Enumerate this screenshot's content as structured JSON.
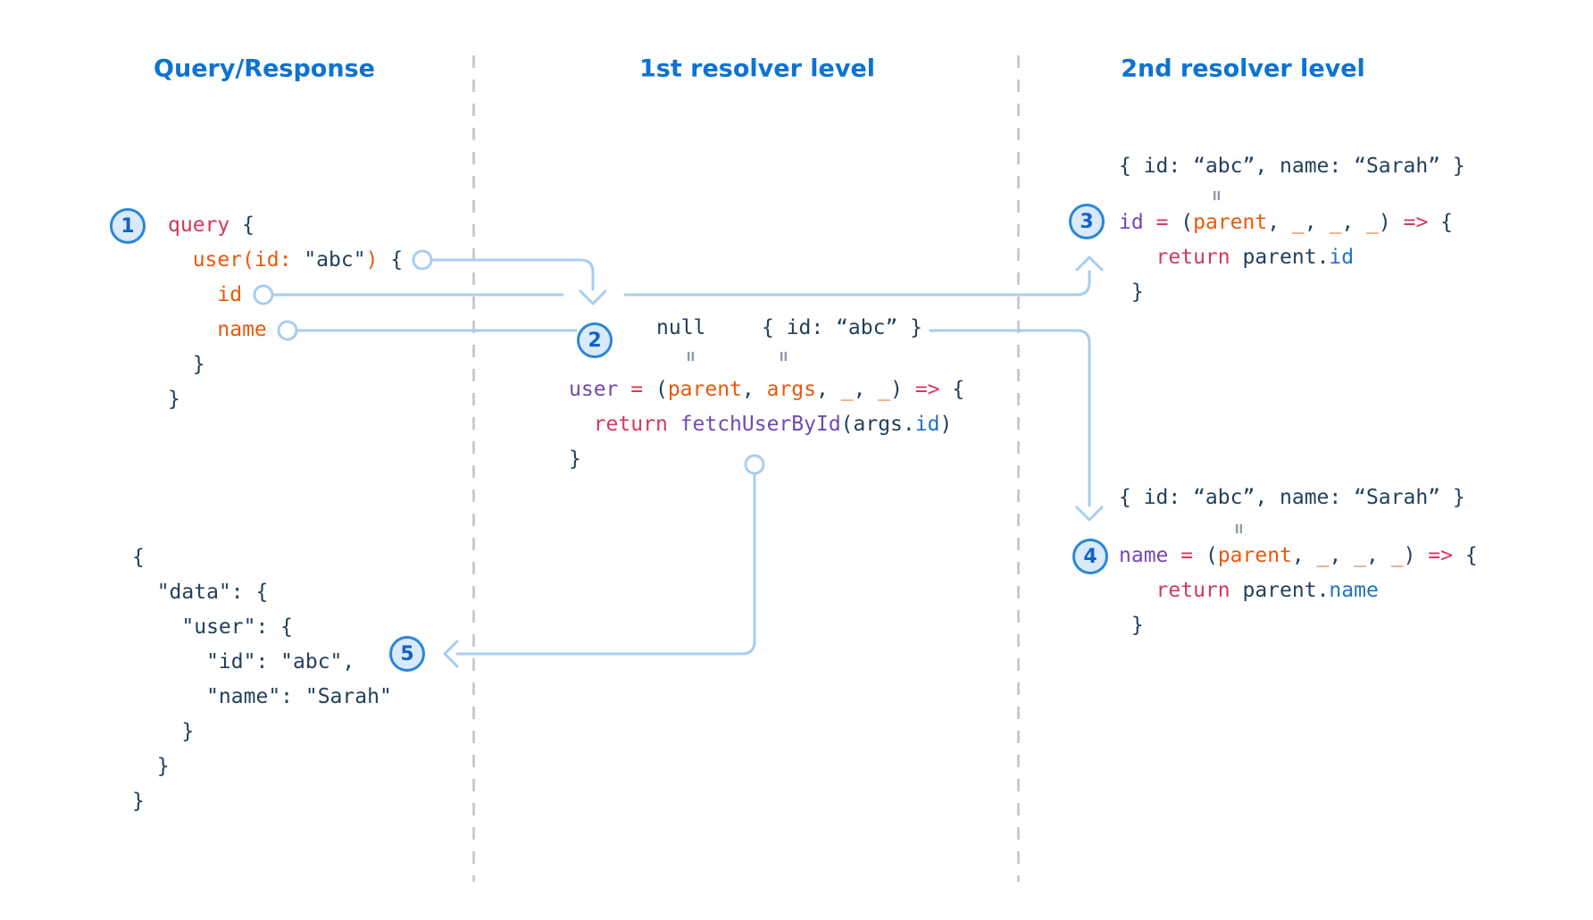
{
  "columns": {
    "left_title": "Query/Response",
    "middle_title": "1st resolver level",
    "right_title": "2nd resolver level"
  },
  "colors": {
    "accent_blue": "#0d73d2",
    "keyword_red": "#d3395c",
    "field_orange": "#e8590c",
    "function_purple": "#7048b5",
    "property_blue": "#1f72c9",
    "plain_navy": "#22405c",
    "flow_light_blue": "#a8cdef",
    "divider_gray": "#cbcbcb"
  },
  "steps": {
    "s1": "1",
    "s2": "2",
    "s3": "3",
    "s4": "4",
    "s5": "5"
  },
  "equals_glyph": "=",
  "query_block": {
    "lines": [
      [
        [
          "k",
          "query"
        ],
        [
          "p",
          " {"
        ]
      ],
      [
        [
          "p",
          "  "
        ],
        [
          "f",
          "user(id: "
        ],
        [
          "p",
          "\"abc\""
        ],
        [
          "f",
          ")"
        ],
        [
          "p",
          " {"
        ]
      ],
      [
        [
          "p",
          "    "
        ],
        [
          "f",
          "id"
        ]
      ],
      [
        [
          "p",
          "    "
        ],
        [
          "f",
          "name"
        ]
      ],
      [
        [
          "p",
          "  }"
        ]
      ],
      [
        [
          "p",
          "}"
        ]
      ]
    ]
  },
  "resolver1": {
    "parent_value": "null",
    "args_value": "{ id: “abc” }",
    "lines": [
      [
        [
          "u",
          "user"
        ],
        [
          "p",
          " "
        ],
        [
          "k",
          "="
        ],
        [
          "p",
          " ("
        ],
        [
          "f",
          "parent"
        ],
        [
          "p",
          ", "
        ],
        [
          "f",
          "args"
        ],
        [
          "p",
          ", "
        ],
        [
          "f",
          "_"
        ],
        [
          "p",
          ", "
        ],
        [
          "f",
          "_"
        ],
        [
          "p",
          ") "
        ],
        [
          "k",
          "=>"
        ],
        [
          "p",
          " {"
        ]
      ],
      [
        [
          "p",
          "  "
        ],
        [
          "k",
          "return"
        ],
        [
          "p",
          " "
        ],
        [
          "u",
          "fetchUserById"
        ],
        [
          "p",
          "(args."
        ],
        [
          "b",
          "id"
        ],
        [
          "p",
          ")"
        ]
      ],
      [
        [
          "p",
          "}"
        ]
      ]
    ]
  },
  "resolver2_id": {
    "parent_value": "{ id: “abc”, name: “Sarah” }",
    "lines": [
      [
        [
          "u",
          "id"
        ],
        [
          "p",
          " "
        ],
        [
          "k",
          "="
        ],
        [
          "p",
          " ("
        ],
        [
          "f",
          "parent"
        ],
        [
          "p",
          ", "
        ],
        [
          "f",
          "_"
        ],
        [
          "p",
          ", "
        ],
        [
          "f",
          "_"
        ],
        [
          "p",
          ", "
        ],
        [
          "f",
          "_"
        ],
        [
          "p",
          ") "
        ],
        [
          "k",
          "=>"
        ],
        [
          "p",
          " {"
        ]
      ],
      [
        [
          "p",
          "   "
        ],
        [
          "k",
          "return"
        ],
        [
          "p",
          " parent."
        ],
        [
          "b",
          "id"
        ]
      ],
      [
        [
          "p",
          " }"
        ]
      ]
    ]
  },
  "resolver2_name": {
    "parent_value": "{ id: “abc”, name: “Sarah” }",
    "lines": [
      [
        [
          "u",
          "name"
        ],
        [
          "p",
          " "
        ],
        [
          "k",
          "="
        ],
        [
          "p",
          " ("
        ],
        [
          "f",
          "parent"
        ],
        [
          "p",
          ", "
        ],
        [
          "f",
          "_"
        ],
        [
          "p",
          ", "
        ],
        [
          "f",
          "_"
        ],
        [
          "p",
          ", "
        ],
        [
          "f",
          "_"
        ],
        [
          "p",
          ") "
        ],
        [
          "k",
          "=>"
        ],
        [
          "p",
          " {"
        ]
      ],
      [
        [
          "p",
          "   "
        ],
        [
          "k",
          "return"
        ],
        [
          "p",
          " parent."
        ],
        [
          "b",
          "name"
        ]
      ],
      [
        [
          "p",
          " }"
        ]
      ]
    ]
  },
  "response_block": {
    "lines": [
      [
        [
          "p",
          "{"
        ]
      ],
      [
        [
          "p",
          "  \"data\": {"
        ]
      ],
      [
        [
          "p",
          "    \"user\": {"
        ]
      ],
      [
        [
          "p",
          "      \"id\": \"abc\","
        ]
      ],
      [
        [
          "p",
          "      \"name\": \"Sarah\""
        ]
      ],
      [
        [
          "p",
          "    }"
        ]
      ],
      [
        [
          "p",
          "  }"
        ]
      ],
      [
        [
          "p",
          "}"
        ]
      ]
    ]
  }
}
